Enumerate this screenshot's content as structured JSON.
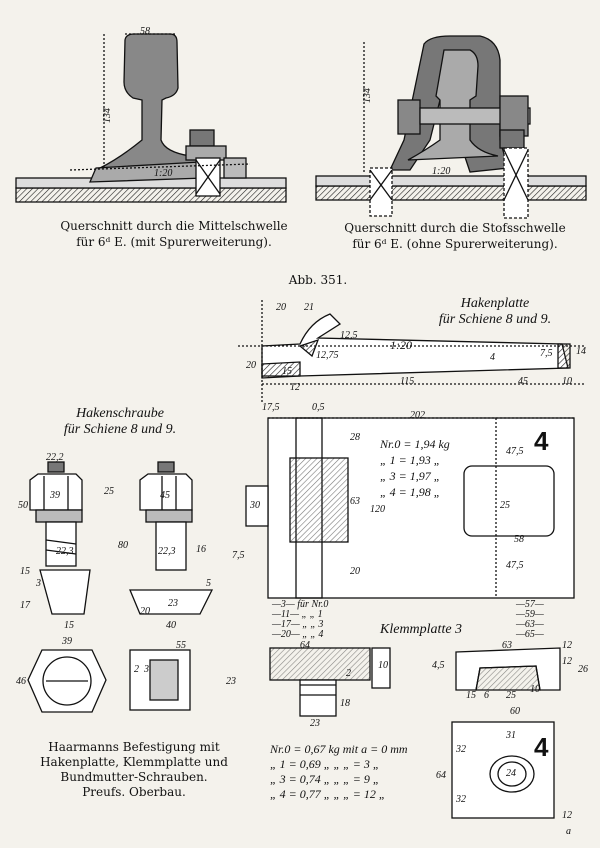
{
  "top": {
    "left_caption": [
      "Querschnitt durch die Mittelschwelle",
      "für 6ᵈ E. (mit Spurerweiterung)."
    ],
    "right_caption": [
      "Querschnitt durch die Stofsschwelle",
      "für 6ᵈ E. (ohne Spurerweiterung)."
    ],
    "left_dims": {
      "width": "58",
      "height": "134",
      "slope": "1:20"
    },
    "right_dims": {
      "height": "134",
      "slope": "1:20"
    }
  },
  "figure_label": "Abb. 351.",
  "hakenschraube": {
    "title": [
      "Hakenschraube",
      "für Schiene 8 und 9."
    ],
    "dims": {
      "d1": "22,2",
      "d2": "39",
      "d3": "45",
      "d4": "25",
      "d5": "50",
      "d6": "80",
      "d7": "22,3",
      "d8": "22,3",
      "d9": "16",
      "d10": "15",
      "d11": "17",
      "d12": "3",
      "d13": "23",
      "d14": "20",
      "d15": "40",
      "d16": "5",
      "d17": "15",
      "d18": "39",
      "d19": "46",
      "d20": "55",
      "d21": "23",
      "d22": "2",
      "d23": "3"
    }
  },
  "hakenplatte": {
    "title": [
      "Hakenplatte",
      "für Schiene 8 und 9."
    ],
    "top_dims": {
      "a": "20",
      "b": "21",
      "c": "12,5",
      "d": "12,75",
      "e": "1:20",
      "f": "4",
      "g": "7,5",
      "h": "14",
      "i": "115",
      "j": "45",
      "k": "10",
      "l": "17,5",
      "m": "0,5",
      "n": "12",
      "o": "20",
      "p": "15"
    },
    "plan_dims": {
      "width": "202",
      "w1": "28",
      "w2": "63",
      "w3": "120",
      "w4": "20",
      "w5": "47,5",
      "w6": "25",
      "w7": "47,5",
      "w8": "58",
      "w9": "30",
      "w10": "7,5"
    },
    "weights": [
      "Nr.0 = 1,94 kg",
      "„ 1 = 1,93 „",
      "„ 3 = 1,97 „",
      "„ 4 = 1,98 „"
    ],
    "plate_number": "4",
    "left_table": [
      "—3— für Nr.0",
      "—11— „ „ 1",
      "—17— „ „ 3",
      "—20— „ „ 4"
    ],
    "right_table": [
      "—57—",
      "—59—",
      "—63—",
      "—65—"
    ]
  },
  "klemmplatte": {
    "title": "Klemmplatte 3",
    "dims": {
      "a": "63",
      "b": "12",
      "c": "26",
      "d": "12",
      "e": "4,5",
      "f": "15",
      "g": "6",
      "h": "25",
      "i": "10",
      "j": "60",
      "k": "2",
      "l": "64",
      "m": "10",
      "n": "18",
      "o": "23",
      "p": "31",
      "q": "24",
      "r": "32",
      "s": "32",
      "t": "64",
      "u": "12",
      "v": "a"
    },
    "weights": [
      "Nr.0 = 0,67 kg mit a = 0 mm",
      "„ 1 = 0,69 „ „ „ = 3 „",
      "„ 3 = 0,74 „ „ „ = 9 „",
      "„ 4 = 0,77 „ „ „ = 12 „"
    ],
    "plate_number": "4"
  },
  "bottom_caption": [
    "Haarmanns Befestigung mit",
    "Hakenplatte, Klemmplatte und",
    "Bundmutter-Schrauben.",
    "Preufs. Oberbau."
  ]
}
